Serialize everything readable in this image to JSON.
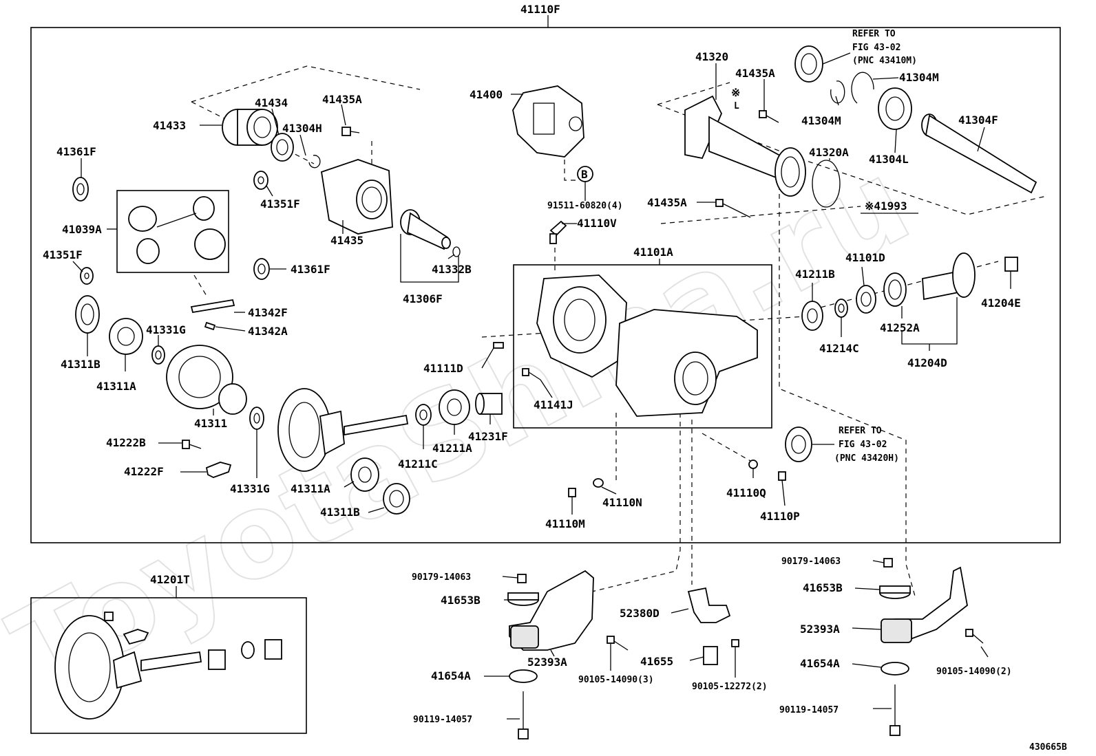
{
  "watermark": "ToyotaShina.ru",
  "figure_code": "430665B",
  "group_labels": {
    "main_assembly": "41110F",
    "ring_pinion_set": "41201T",
    "case_subassembly": "41101A"
  },
  "part_labels": {
    "p41433": "41433",
    "p41434": "41434",
    "p41435a_top": "41435A",
    "p41304h": "41304H",
    "p41351f_top": "41351F",
    "p41435": "41435",
    "p41361f_left": "41361F",
    "p41039a": "41039A",
    "p41351f_left": "41351F",
    "p41361f_mid": "41361F",
    "p41332b": "41332B",
    "p41306f": "41306F",
    "p41400": "41400",
    "p91511": "91511-60820(4)",
    "p41110v": "41110V",
    "p41320": "41320",
    "p41435a_r1": "41435A",
    "p41435a_r2": "41435A",
    "p41304m_1": "41304M",
    "p41304m_2": "41304M",
    "p41304l": "41304L",
    "p41304f": "41304F",
    "p41320a": "41320A",
    "p41993": "※41993",
    "p41311b_l": "41311B",
    "p41311a_l": "41311A",
    "p41331g_up": "41331G",
    "p41342f": "41342F",
    "p41342a": "41342A",
    "p41311": "41311",
    "p41222b": "41222B",
    "p41222f": "41222F",
    "p41331g_low": "41331G",
    "p41311a_low": "41311A",
    "p41311b_low": "41311B",
    "p41211c": "41211C",
    "p41211a": "41211A",
    "p41231f": "41231F",
    "p41111d": "41111D",
    "p41141j": "41141J",
    "p41211b": "41211B",
    "p41101d": "41101D",
    "p41214c": "41214C",
    "p41252a": "41252A",
    "p41204d": "41204D",
    "p41204e": "41204E",
    "p41110q": "41110Q",
    "p41110p": "41110P",
    "p41110n": "41110N",
    "p41110m": "41110M",
    "p90179_l": "90179-14063",
    "p41653b_l": "41653B",
    "p52393a_l": "52393A",
    "p41654a_l": "41654A",
    "p90119_l": "90119-14057",
    "p90105_3": "90105-14090(3)",
    "p52380d": "52380D",
    "p41655": "41655",
    "p90105_12272": "90105-12272(2)",
    "p90179_r": "90179-14063",
    "p41653b_r": "41653B",
    "p52393a_r": "52393A",
    "p41654a_r": "41654A",
    "p90119_r": "90119-14057",
    "p90105_2": "90105-14090(2)"
  },
  "refer_notes": [
    {
      "line1": "REFER TO",
      "line2": "FIG 43-02",
      "line3": "(PNC 43410M)"
    },
    {
      "line1": "REFER TO",
      "line2": "FIG 43-02",
      "line3": "(PNC 43420H)"
    }
  ],
  "markers": {
    "b_callout": "B",
    "asterisk": "※",
    "l_mark": "L"
  }
}
